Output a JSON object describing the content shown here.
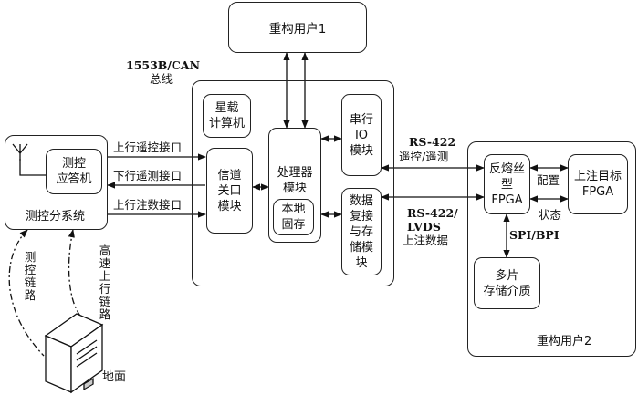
{
  "nodes": {
    "user1": "重构用户1",
    "star_computer": "星载\n计算机",
    "channel_if": "信道\n关口\n模块",
    "processor": "处理器\n模块",
    "local_store": "本地\n固存",
    "serial_io": "串行\nIO\n模块",
    "data_mux": "数据\n复接\n与存\n储模\n块",
    "tt_responder": "测控\n应答机",
    "tt_subsystem": "测控分系统",
    "antifuse_fpga": "反熔丝\n型FPGA",
    "target_fpga": "上注目标\nFPGA",
    "storage_media": "多片\n存储介质",
    "user2": "重构用户2",
    "ground": "地面"
  },
  "labels": {
    "bus_top": "1553B/CAN",
    "bus_bottom": "总线",
    "up_telecontrol": "上行遥控接口",
    "down_telemetry": "下行遥测接口",
    "up_inject": "上行注数接口",
    "rs422_a": "RS-422",
    "rs422_a_sub": "遥控/遥测",
    "rs422_b": "RS-422/",
    "lvds": "LVDS",
    "inject_data": "上注数据",
    "config": "配置",
    "status": "状态",
    "spi_bpi": "SPI/BPI",
    "tt_link": "测控链路",
    "hs_uplink": "高速上行链路"
  },
  "icons": {
    "antenna": "antenna-icon",
    "computer": "ground-computer-icon"
  }
}
